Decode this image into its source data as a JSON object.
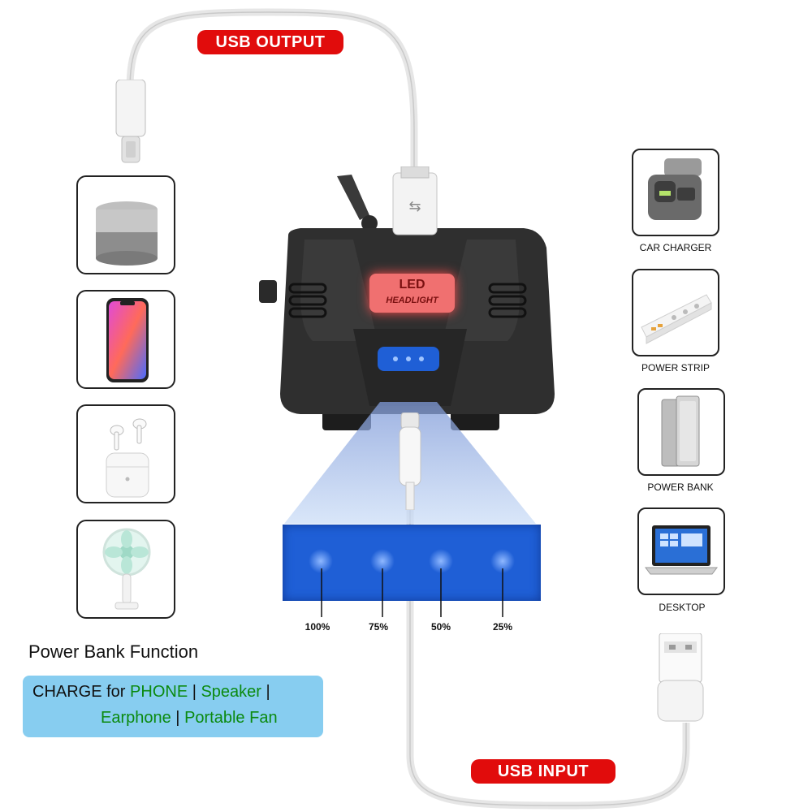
{
  "labels": {
    "usb_output": "USB OUTPUT",
    "usb_input": "USB INPUT"
  },
  "headlamp": {
    "badge_line1": "LED",
    "badge_line2": "HEADLIGHT"
  },
  "battery": {
    "levels": [
      "100%",
      "75%",
      "50%",
      "25%"
    ]
  },
  "left_devices": [
    {
      "icon": "speaker-icon"
    },
    {
      "icon": "smartphone-icon"
    },
    {
      "icon": "earphones-icon"
    },
    {
      "icon": "portable-fan-icon"
    }
  ],
  "right_sources": [
    {
      "label": "CAR CHARGER",
      "icon": "car-charger-icon"
    },
    {
      "label": "POWER STRIP",
      "icon": "power-strip-icon"
    },
    {
      "label": "POWER BANK",
      "icon": "power-bank-icon"
    },
    {
      "label": "DESKTOP",
      "icon": "laptop-icon"
    }
  ],
  "function": {
    "title": "Power Bank Function",
    "line1_prefix": "CHARGE for ",
    "line1_phone": "PHONE",
    "line1_sep1": " | ",
    "line1_speaker": "Speaker",
    "line1_sep2": " |",
    "line2_earphone": "Earphone",
    "line2_sep": " | ",
    "line2_fan": "Portable Fan"
  },
  "colors": {
    "label_red": "#e10c0c",
    "indicator_blue": "#1f5fd6",
    "info_box_bg": "#87cdf0",
    "highlight_green": "#0b8a10"
  }
}
